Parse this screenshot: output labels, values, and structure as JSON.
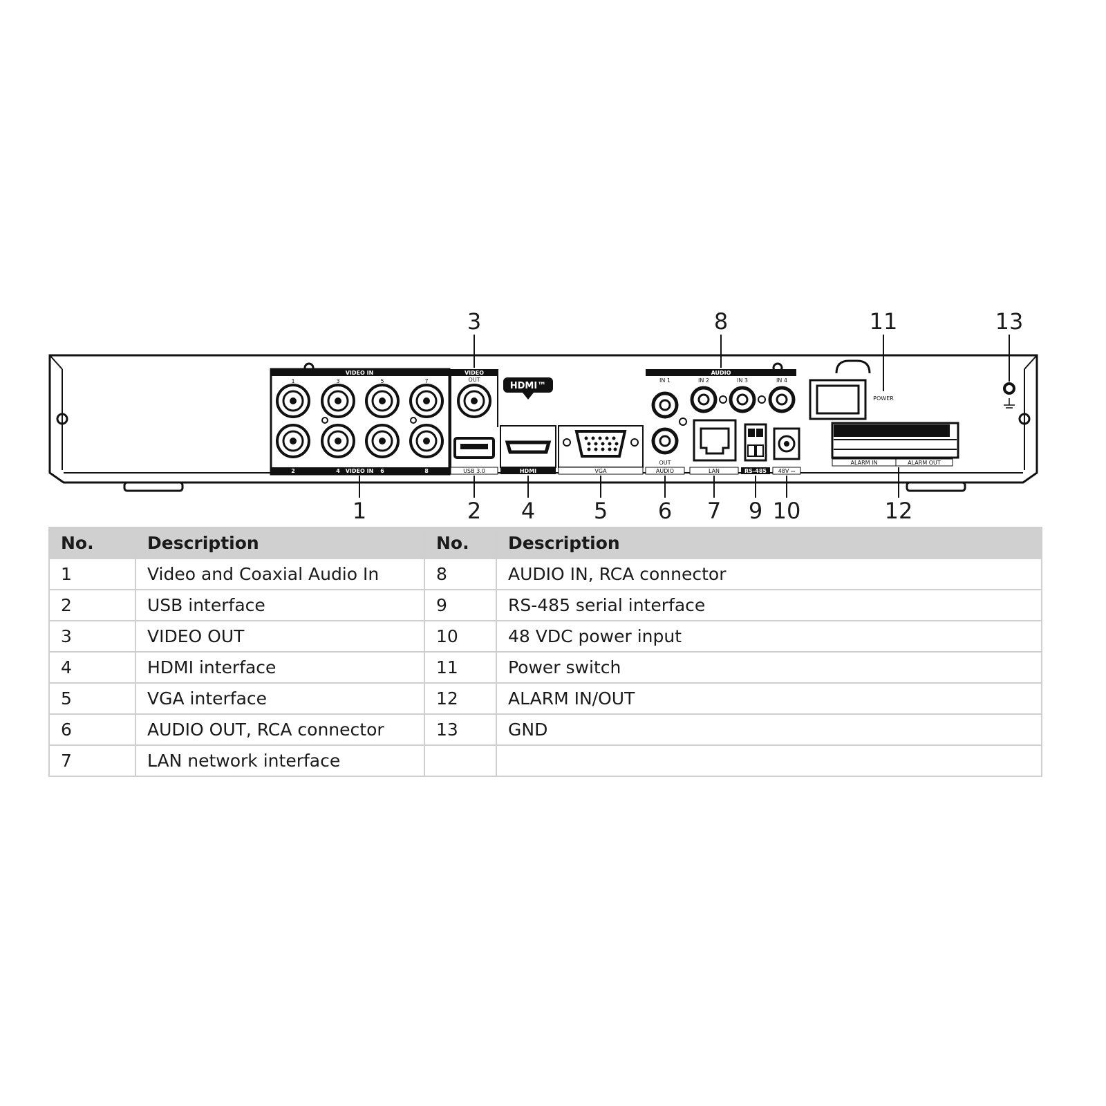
{
  "callouts": [
    "1",
    "2",
    "3",
    "4",
    "5",
    "6",
    "7",
    "8",
    "9",
    "10",
    "11",
    "12",
    "13"
  ],
  "panel_labels": {
    "video_in": "VIDEO IN",
    "video_out_top": "VIDEO",
    "video_out_sub": "OUT",
    "usb": "USB 3.0",
    "hdmi_logo": "HDMI™",
    "hdmi": "HDMI",
    "vga": "VGA",
    "audio": "AUDIO",
    "audio_in": [
      "IN 1",
      "IN 2",
      "IN 3",
      "IN 4"
    ],
    "audio_out_top": "OUT",
    "audio_out": "AUDIO",
    "lan": "LAN",
    "rs485": "RS-485",
    "dc": "48V ⎓",
    "power": "POWER",
    "alarm_in": "ALARM IN",
    "alarm_out": "ALARM OUT",
    "bnc_top_numbers": [
      "1",
      "3",
      "5",
      "7"
    ],
    "bnc_bottom_numbers": [
      "2",
      "4",
      "6",
      "8"
    ]
  },
  "table": {
    "headers": [
      "No.",
      "Description",
      "No.",
      "Description"
    ],
    "rows": [
      [
        "1",
        "Video and Coaxial Audio In",
        "8",
        "AUDIO IN, RCA connector"
      ],
      [
        "2",
        "USB interface",
        "9",
        "RS-485 serial interface"
      ],
      [
        "3",
        "VIDEO OUT",
        "10",
        "48 VDC power input"
      ],
      [
        "4",
        "HDMI interface",
        "11",
        "Power switch"
      ],
      [
        "5",
        "VGA interface",
        "12",
        "ALARM IN/OUT"
      ],
      [
        "6",
        "AUDIO OUT, RCA connector",
        "13",
        "GND"
      ],
      [
        "7",
        "LAN network interface",
        "",
        ""
      ]
    ]
  }
}
